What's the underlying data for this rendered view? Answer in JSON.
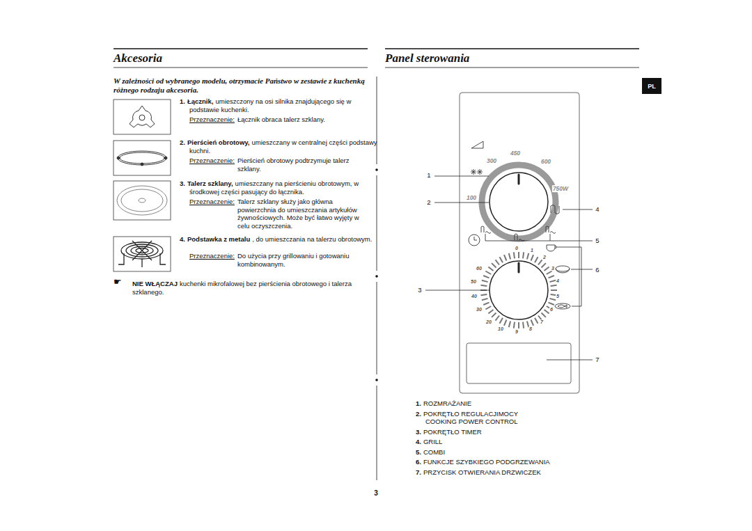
{
  "diagram": {
    "title": "Akcesoria",
    "nodes": [
      {
        "text": [
          "PL"
        ]
      }
    ],
    "labels": [
      "Panel sterowania",
      "W zależności od wybranego modelu, otrzymacie Państwo w zestawie z kuchenką różnego rodzaju akcesoria.",
      "1.",
      "Łącznik,",
      "umieszczony na osi silnika znajdującego się w podstawie kuchenki.",
      "Przeznaczenie:",
      "Łącznik obraca talerz szklany.",
      "2.",
      "Pierścień obrotowy,",
      "umieszczany w centralnej części podstawy kuchni.",
      "Przeznaczenie:",
      "Pierścień obrotowy podtrzymuje talerz szklany.",
      "3.",
      "Talerz szklany,",
      "umieszczany na pierścieniu obrotowym, w środkowej części pasujący do łącznika.",
      "Przeznaczenie:",
      "Talerz szklany służy jako główna powierzchnia do umieszczania artykułów żywnościowych. Może być łatwo wyjęty w celu oczyszczenia.",
      "4.",
      "Podstawka z metalu",
      ", do umieszczania na talerzu obrotowym.",
      "Przeznaczenie:",
      "Do użycia przy grillowaniu i gotowaniu kombinowanym.",
      "☛",
      "NIE WŁĄCZAJ",
      "kuchenki mikrofalowej bez pierścienia obrotowego i talerza szklanego.",
      "450",
      "300",
      "600",
      "100",
      "750W",
      "0",
      "1",
      "2",
      "3",
      "4",
      "5",
      "6",
      "7",
      "8",
      "9",
      "10",
      "20",
      "30",
      "40",
      "50",
      "60",
      "1",
      "2",
      "3",
      "4",
      "5",
      "6",
      "7",
      "1.",
      "ROZMRAŻANIE",
      "2.",
      "POKRĘTŁO REGULACJIMOCY COOKING POWER CONTROL",
      "3.",
      "POKRĘTŁO TIMER",
      "4.",
      "GRILL",
      "5.",
      "COMBI",
      "6.",
      "FUNKCJE SZYBKIEGO PODGRZEWANIA",
      "7.",
      "PRZYCISK OTWIERANIA DRZWICZEK",
      "3"
    ]
  }
}
